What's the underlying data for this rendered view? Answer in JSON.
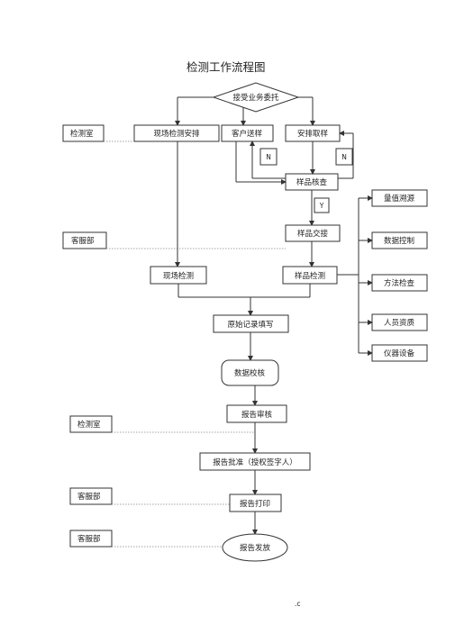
{
  "title": "检测工作流程图",
  "nodes": {
    "entrust": "接受业务委托",
    "site_plan": "现场检测安排",
    "client_delivery": "客户送样",
    "sampling": "安排取样",
    "sample_check": "样品核查",
    "sample_handover": "样品交接",
    "site_test": "现场检测",
    "sample_test": "样品检测",
    "raw_record": "原始记录填写",
    "data_check": "数据校核",
    "report_review": "报告审核",
    "report_approve": "报告批准（授权签字人）",
    "report_print": "报告打印",
    "report_issue": "报告发放"
  },
  "side": {
    "lab1": "检测室",
    "cs1": "客服部",
    "lab2": "检测室",
    "cs2": "客服部",
    "cs3": "客服部"
  },
  "controls": {
    "traceability": "量值溯源",
    "data_control": "数据控制",
    "method_check": "方法检查",
    "personnel": "人员资质",
    "equipment": "仪器设备"
  },
  "flags": {
    "n1": "N",
    "n2": "N",
    "y": "Y"
  },
  "footer": ".c"
}
